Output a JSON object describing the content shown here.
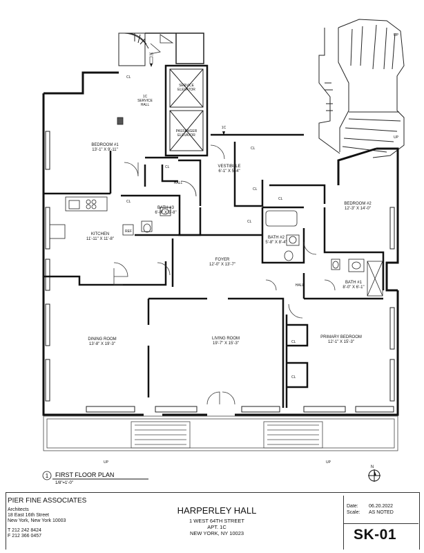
{
  "rooms": {
    "bedroom1": {
      "name": "BEDROOM #1",
      "dims": "13'-1\" X 9'-11\""
    },
    "kitchen": {
      "name": "KITCHEN",
      "dims": "11'-11\" X 11'-8\""
    },
    "bath3": {
      "name": "BATH #3",
      "dims": "6'-8\" X 5'-8\""
    },
    "foyer": {
      "name": "FOYER",
      "dims": "12'-0\" X 13'-7\""
    },
    "vestibule": {
      "name": "VESTIBULE",
      "dims": "6'-1\" X 5'-4\""
    },
    "bedroom2": {
      "name": "BEDROOM #2",
      "dims": "12'-3\" X 14'-0\""
    },
    "bath2": {
      "name": "BATH #2",
      "dims": "5'-8\" X 8'-4\""
    },
    "bath1": {
      "name": "BATH #1",
      "dims": "8'-0\" X 6'-1\""
    },
    "dining": {
      "name": "DINING ROOM",
      "dims": "13'-8\" X 19'-3\""
    },
    "living": {
      "name": "LIVING ROOM",
      "dims": "19'-7\" X 15'-3\""
    },
    "primary": {
      "name": "PRIMARY BEDROOM",
      "dims": "12'-1\" X 15'-3\""
    }
  },
  "labels": {
    "service_hall_1": "1C",
    "service_hall_2": "SERVICE",
    "service_hall_3": "HALL",
    "service_elevator_1": "SERVICE",
    "service_elevator_2": "ELEVATOR",
    "passenger_elevator_1": "PASSENGER",
    "passenger_elevator_2": "ELEVATOR",
    "hall": "HALL",
    "cl": "CL",
    "ref": "REF",
    "up": "UP",
    "unit_marker": "1C",
    "north": "N"
  },
  "plan_title": {
    "number": "1",
    "name": "FIRST FLOOR PLAN",
    "scale": "1/8\"=1'-0\""
  },
  "title_block": {
    "firm": "PIER FINE ASSOCIATES",
    "firm_type": "Architects",
    "address1": "18 East 16th Street",
    "address2": "New York, New York 10003",
    "phone": "T  212 242 8424",
    "fax": "F  212 366 0457",
    "building": "HARPERLEY HALL",
    "street": "1 WEST 64TH STREET",
    "apt": "APT. 1C",
    "city": "NEW YORK, NY 10023",
    "date_label": "Date:",
    "date": "06.20.2022",
    "scale_label": "Scale:",
    "scale": "AS NOTED",
    "sheet": "SK-01"
  }
}
